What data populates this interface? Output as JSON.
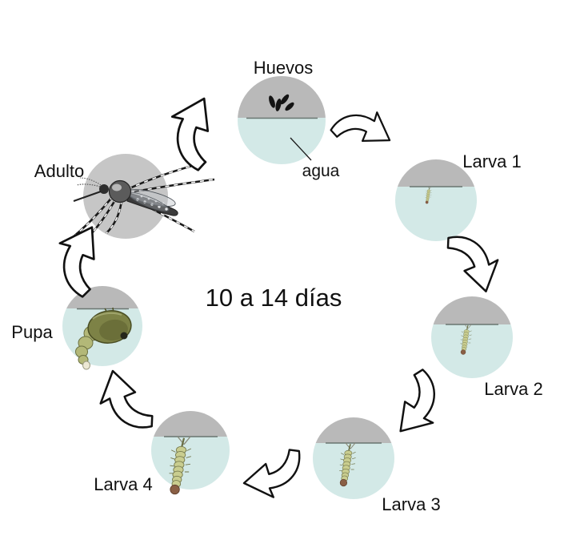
{
  "center_label": "10 a 14 días",
  "water_annotation": {
    "label": "agua"
  },
  "stages": [
    {
      "id": "huevos",
      "label": "Huevos",
      "icon": "eggs-icon"
    },
    {
      "id": "larva-1",
      "label": "Larva 1",
      "icon": "larva-icon"
    },
    {
      "id": "larva-2",
      "label": "Larva 2",
      "icon": "larva-icon"
    },
    {
      "id": "larva-3",
      "label": "Larva 3",
      "icon": "larva-icon"
    },
    {
      "id": "larva-4",
      "label": "Larva 4",
      "icon": "larva-icon"
    },
    {
      "id": "pupa",
      "label": "Pupa",
      "icon": "pupa-icon"
    },
    {
      "id": "adulto",
      "label": "Adulto",
      "icon": "mosquito-icon"
    }
  ],
  "cycle_arrows": [
    {
      "from": "adulto",
      "to": "huevos"
    },
    {
      "from": "huevos",
      "to": "larva-1"
    },
    {
      "from": "larva-1",
      "to": "larva-2"
    },
    {
      "from": "larva-2",
      "to": "larva-3"
    },
    {
      "from": "larva-3",
      "to": "larva-4"
    },
    {
      "from": "larva-4",
      "to": "pupa"
    },
    {
      "from": "pupa",
      "to": "adulto"
    }
  ],
  "colors": {
    "background": "#ffffff",
    "above_water_gray": "#b9b9b9",
    "adult_circle_gray": "#c6c6c6",
    "water_blue": "#d3e9e7",
    "waterline": "#5f6b66",
    "text": "#111111",
    "arrow_fill": "#ffffff",
    "arrow_stroke": "#111111",
    "larva_body": "#c9cd8f",
    "pupa_body": "#7d8246",
    "egg_black": "#141414"
  }
}
